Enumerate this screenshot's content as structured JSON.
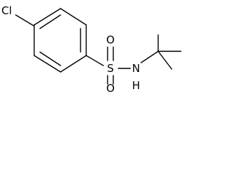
{
  "molecule": {
    "atoms": {
      "chlorine": "Cl",
      "sulfur": "S",
      "oxygen_top": "O",
      "oxygen_bottom": "O",
      "nitrogen": "N",
      "hydrogen": "H"
    }
  }
}
